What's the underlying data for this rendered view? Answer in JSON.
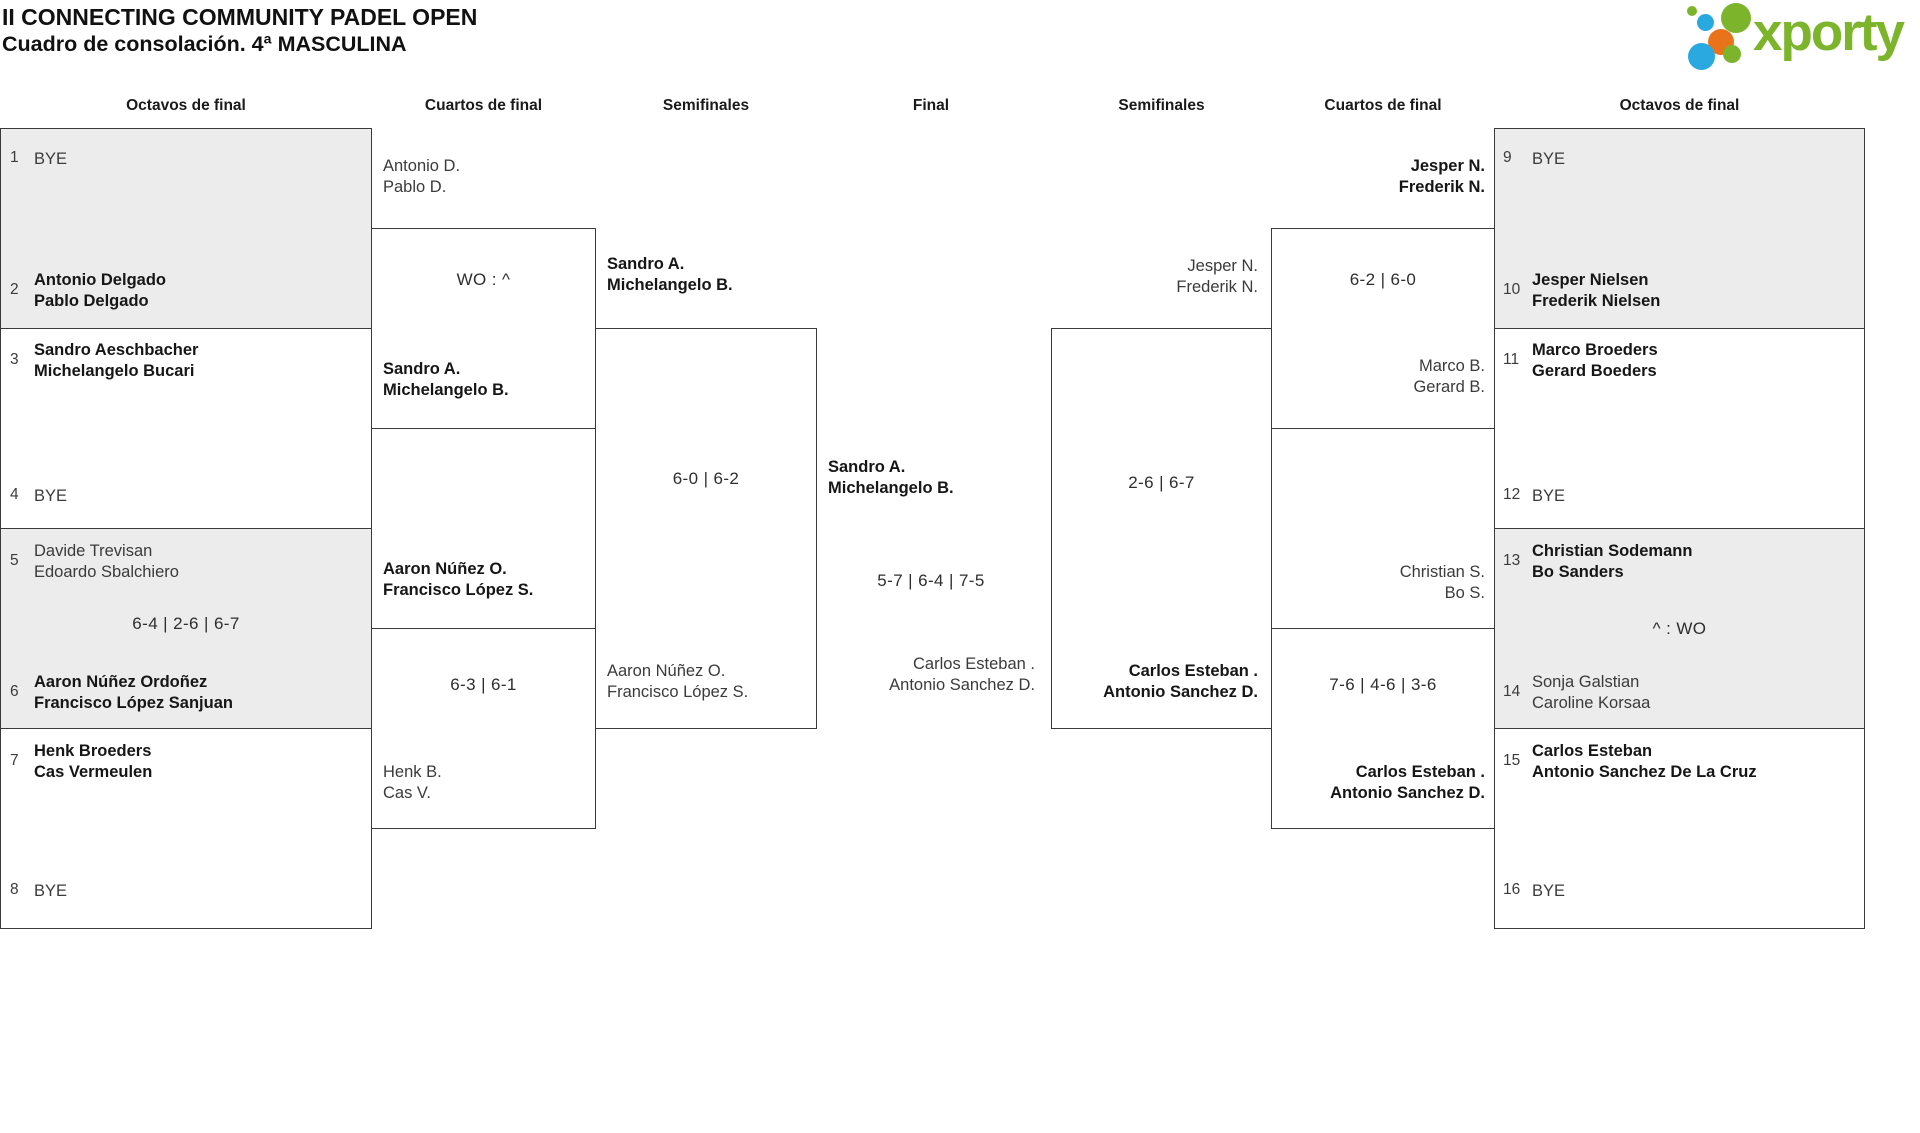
{
  "header": {
    "title": "II CONNECTING COMMUNITY PADEL OPEN",
    "subtitle": "Cuadro de consolación. 4ª MASCULINA"
  },
  "logo": {
    "brand": "xporty",
    "colors": {
      "green": "#7cb42b",
      "blue": "#2aa9e0",
      "orange": "#e8731a"
    }
  },
  "round_headers": {
    "left_octavos": "Octavos de final",
    "left_cuartos": "Cuartos de final",
    "left_semis": "Semifinales",
    "final": "Final",
    "right_semis": "Semifinales",
    "right_cuartos": "Cuartos de final",
    "right_octavos": "Octavos de final"
  },
  "left_octavos": {
    "m1": {
      "seed1": "1",
      "team1": [
        "BYE"
      ],
      "seed2": "2",
      "team2": [
        "Antonio Delgado",
        "Pablo Delgado"
      ]
    },
    "m2": {
      "seed1": "3",
      "team1": [
        "Sandro Aeschbacher",
        "Michelangelo Bucari"
      ],
      "seed2": "4",
      "team2": [
        "BYE"
      ]
    },
    "m3": {
      "seed1": "5",
      "team1": [
        "Davide Trevisan",
        "Edoardo Sbalchiero"
      ],
      "score": "6-4 | 2-6 | 6-7",
      "seed2": "6",
      "team2": [
        "Aaron Núñez Ordoñez",
        "Francisco López Sanjuan"
      ]
    },
    "m4": {
      "seed1": "7",
      "team1": [
        "Henk Broeders",
        "Cas Vermeulen"
      ],
      "seed2": "8",
      "team2": [
        "BYE"
      ]
    }
  },
  "left_cuartos": {
    "m1": {
      "team1": [
        "Antonio D.",
        "Pablo D."
      ],
      "score": "WO : ^",
      "team2": [
        "Sandro A.",
        "Michelangelo B."
      ]
    },
    "m2": {
      "team1": [
        "Aaron Núñez O.",
        "Francisco López S."
      ],
      "score": "6-3 | 6-1",
      "team2": [
        "Henk B.",
        "Cas V."
      ]
    }
  },
  "left_semis": {
    "team1": [
      "Sandro A.",
      "Michelangelo B."
    ],
    "score": "6-0 | 6-2",
    "team2": [
      "Aaron Núñez O.",
      "Francisco López S."
    ]
  },
  "final": {
    "team1": [
      "Sandro A.",
      "Michelangelo B."
    ],
    "score": "5-7 | 6-4 | 7-5",
    "team2": [
      "Carlos Esteban .",
      "Antonio Sanchez D."
    ]
  },
  "right_semis": {
    "team1": [
      "Jesper N.",
      "Frederik N."
    ],
    "score": "2-6 | 6-7",
    "team2": [
      "Carlos Esteban .",
      "Antonio Sanchez D."
    ]
  },
  "right_cuartos": {
    "m1": {
      "team1": [
        "Jesper N.",
        "Frederik N."
      ],
      "score": "6-2 | 6-0",
      "team2": [
        "Marco B.",
        "Gerard B."
      ]
    },
    "m2": {
      "team1": [
        "Christian S.",
        "Bo S."
      ],
      "score": "7-6 | 4-6 | 3-6",
      "team2": [
        "Carlos Esteban .",
        "Antonio Sanchez D."
      ]
    }
  },
  "right_octavos": {
    "m1": {
      "seed1": "9",
      "team1": [
        "BYE"
      ],
      "seed2": "10",
      "team2": [
        "Jesper Nielsen",
        "Frederik Nielsen"
      ]
    },
    "m2": {
      "seed1": "11",
      "team1": [
        "Marco Broeders",
        "Gerard Boeders"
      ],
      "seed2": "12",
      "team2": [
        "BYE"
      ]
    },
    "m3": {
      "seed1": "13",
      "team1": [
        "Christian Sodemann",
        "Bo Sanders"
      ],
      "score": "^ : WO",
      "seed2": "14",
      "team2": [
        "Sonja Galstian",
        "Caroline Korsaa"
      ]
    },
    "m4": {
      "seed1": "15",
      "team1": [
        "Carlos Esteban",
        "Antonio Sanchez De La Cruz"
      ],
      "seed2": "16",
      "team2": [
        "BYE"
      ]
    }
  },
  "style_colors": {
    "bracket_line": "#3a3a3a",
    "shaded_row": "#ececec",
    "text": "#3b3b3b"
  }
}
